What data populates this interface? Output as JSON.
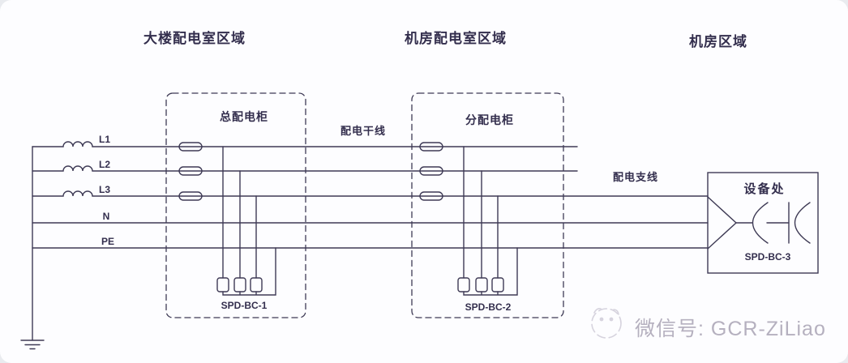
{
  "regions": {
    "building": "大楼配电室区域",
    "room_distribution": "机房配电室区域",
    "machine_room": "机房区域"
  },
  "boxes": {
    "main_panel": "总配电柜",
    "sub_panel": "分配电柜",
    "equipment": "设备处"
  },
  "conductors": {
    "l1": "L1",
    "l2": "L2",
    "l3": "L3",
    "n": "N",
    "pe": "PE"
  },
  "wires": {
    "trunk": "配电干线",
    "branch": "配电支线"
  },
  "spd": {
    "spd1": "SPD-BC-1",
    "spd2": "SPD-BC-2",
    "spd3": "SPD-BC-3"
  },
  "watermark": {
    "label": "微信号: GCR-ZiLiao"
  },
  "colors": {
    "line": "#3e3a55",
    "text": "#332e4d",
    "watermark": "#b5b0bf",
    "background": "#fdfdff"
  }
}
